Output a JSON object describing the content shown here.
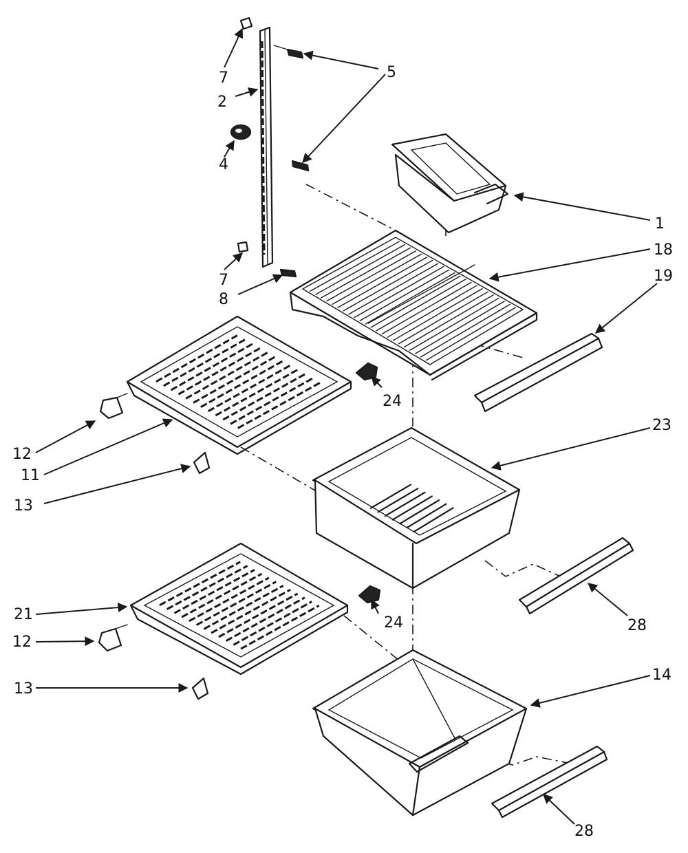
{
  "callouts": {
    "c1": "1",
    "c2": "2",
    "c4": "4",
    "c5": "5",
    "c7a": "7",
    "c7b": "7",
    "c8": "8",
    "c11": "11",
    "c12a": "12",
    "c12b": "12",
    "c13a": "13",
    "c13b": "13",
    "c14": "14",
    "c18": "18",
    "c19": "19",
    "c21": "21",
    "c23": "23",
    "c24a": "24",
    "c24b": "24",
    "c28a": "28",
    "c28b": "28"
  }
}
